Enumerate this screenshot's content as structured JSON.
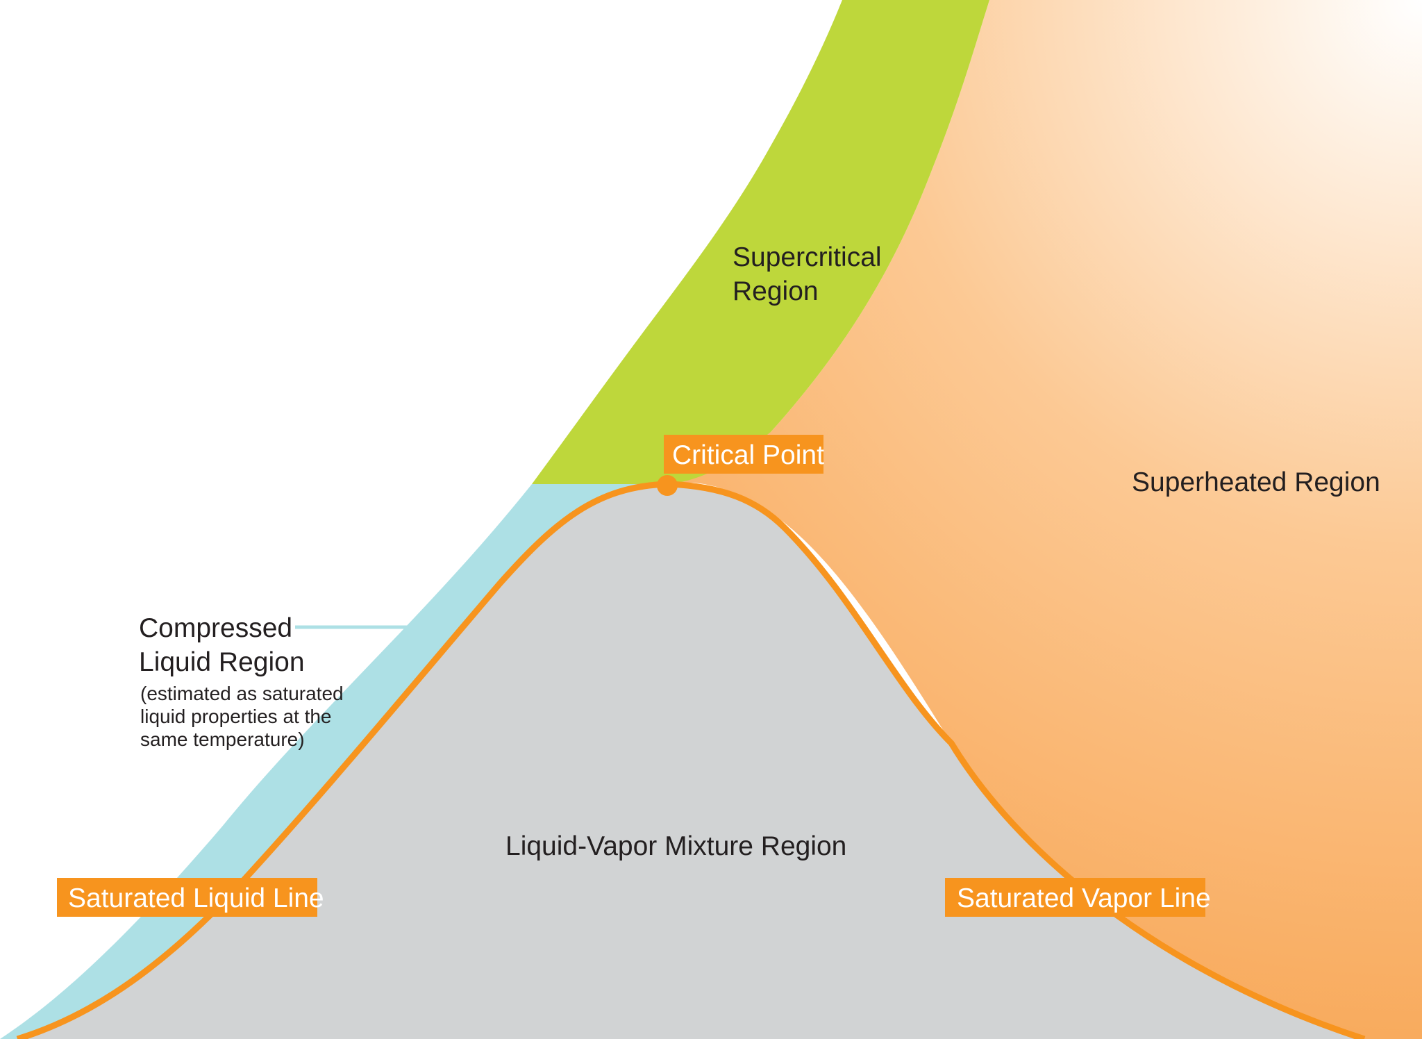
{
  "labels": {
    "supercritical": [
      "Supercritical",
      "Region"
    ],
    "superheated": "Superheated Region",
    "compressed": [
      "Compressed",
      "Liquid Region"
    ],
    "compressed_note": [
      "(estimated as saturated",
      "liquid properties at the",
      "same temperature)"
    ],
    "mixture": "Liquid-Vapor Mixture Region",
    "critical_point": "Critical Point",
    "saturated_liquid": "Saturated Liquid Line",
    "saturated_vapor": "Saturated Vapor Line"
  },
  "colors": {
    "supercritical": "#bed73b",
    "compressed_liquid": "#ade0e5",
    "mixture": "#d1d3d4",
    "saturation_line": "#f7941e",
    "callout_fill": "#f7941e",
    "superheated_dark": "#f7a04a",
    "superheated_light": "#ffffff",
    "text": "#231f20"
  }
}
